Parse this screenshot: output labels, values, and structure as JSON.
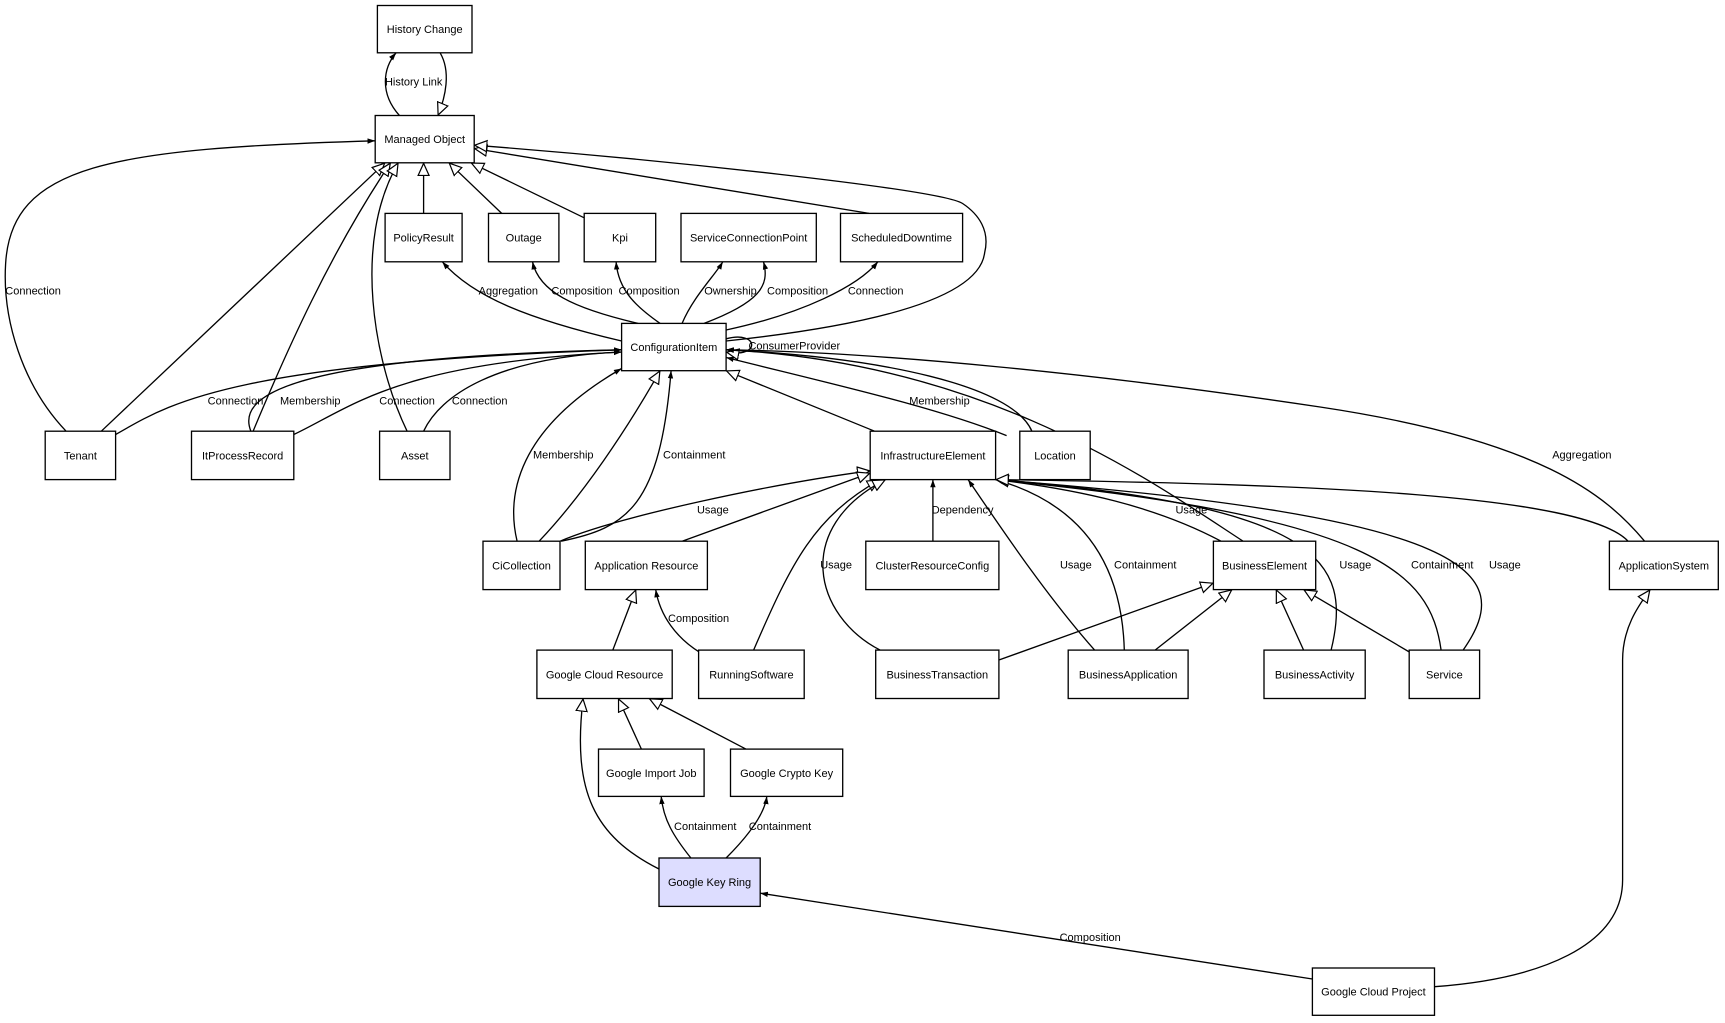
{
  "diagram": {
    "highlight_color": "#ddddff",
    "nodes": [
      {
        "id": "hc",
        "label": "History Change"
      },
      {
        "id": "mo",
        "label": "Managed Object"
      },
      {
        "id": "pr",
        "label": "PolicyResult"
      },
      {
        "id": "out",
        "label": "Outage"
      },
      {
        "id": "kpi",
        "label": "Kpi"
      },
      {
        "id": "scp",
        "label": "ServiceConnectionPoint"
      },
      {
        "id": "sd",
        "label": "ScheduledDowntime"
      },
      {
        "id": "ci",
        "label": "ConfigurationItem"
      },
      {
        "id": "ten",
        "label": "Tenant"
      },
      {
        "id": "ipr",
        "label": "ItProcessRecord"
      },
      {
        "id": "ast",
        "label": "Asset"
      },
      {
        "id": "ie",
        "label": "InfrastructureElement"
      },
      {
        "id": "loc",
        "label": "Location"
      },
      {
        "id": "cic",
        "label": "CiCollection"
      },
      {
        "id": "ar",
        "label": "Application Resource"
      },
      {
        "id": "crc",
        "label": "ClusterResourceConfig"
      },
      {
        "id": "be",
        "label": "BusinessElement"
      },
      {
        "id": "as",
        "label": "ApplicationSystem"
      },
      {
        "id": "gcr",
        "label": "Google Cloud Resource"
      },
      {
        "id": "rs",
        "label": "RunningSoftware"
      },
      {
        "id": "bt",
        "label": "BusinessTransaction"
      },
      {
        "id": "ba",
        "label": "BusinessApplication"
      },
      {
        "id": "bac",
        "label": "BusinessActivity"
      },
      {
        "id": "svc",
        "label": "Service"
      },
      {
        "id": "gij",
        "label": "Google Import Job"
      },
      {
        "id": "gck",
        "label": "Google Crypto Key"
      },
      {
        "id": "gkr",
        "label": "Google Key Ring",
        "highlighted": true
      },
      {
        "id": "gcp",
        "label": "Google Cloud Project"
      }
    ],
    "edges": [
      {
        "from": "mo",
        "to": "hc",
        "label": "History Link",
        "arrow": "filled"
      },
      {
        "from": "hc",
        "to": "mo",
        "label": "",
        "arrow": "hollow"
      },
      {
        "from": "pr",
        "to": "mo",
        "label": "",
        "arrow": "hollow"
      },
      {
        "from": "out",
        "to": "mo",
        "label": "",
        "arrow": "hollow"
      },
      {
        "from": "kpi",
        "to": "mo",
        "label": "",
        "arrow": "hollow"
      },
      {
        "from": "sd",
        "to": "mo",
        "label": "",
        "arrow": "hollow"
      },
      {
        "from": "ci",
        "to": "mo",
        "label": "",
        "arrow": "hollow"
      },
      {
        "from": "ten",
        "to": "mo",
        "label": "Connection",
        "arrow": "filled"
      },
      {
        "from": "ten",
        "to": "mo",
        "label": "",
        "arrow": "hollow"
      },
      {
        "from": "ipr",
        "to": "mo",
        "label": "",
        "arrow": "hollow"
      },
      {
        "from": "ast",
        "to": "mo",
        "label": "",
        "arrow": "hollow"
      },
      {
        "from": "ci",
        "to": "pr",
        "label": "Aggregation",
        "arrow": "filled"
      },
      {
        "from": "ci",
        "to": "out",
        "label": "Composition",
        "arrow": "filled"
      },
      {
        "from": "ci",
        "to": "kpi",
        "label": "Composition",
        "arrow": "filled"
      },
      {
        "from": "ci",
        "to": "scp",
        "label": "Ownership",
        "arrow": "filled"
      },
      {
        "from": "ci",
        "to": "scp",
        "label": "Composition",
        "arrow": "filled"
      },
      {
        "from": "ci",
        "to": "sd",
        "label": "Connection",
        "arrow": "filled"
      },
      {
        "from": "ci",
        "to": "ci",
        "label": "ConsumerProvider",
        "arrow": "hollow"
      },
      {
        "from": "ten",
        "to": "ci",
        "label": "Connection",
        "arrow": "filled"
      },
      {
        "from": "ipr",
        "to": "ci",
        "label": "Membership",
        "arrow": "filled"
      },
      {
        "from": "ipr",
        "to": "ci",
        "label": "Connection",
        "arrow": "filled"
      },
      {
        "from": "ast",
        "to": "ci",
        "label": "Connection",
        "arrow": "filled"
      },
      {
        "from": "cic",
        "to": "ci",
        "label": "Membership",
        "arrow": "filled"
      },
      {
        "from": "cic",
        "to": "ci",
        "label": "",
        "arrow": "hollow"
      },
      {
        "from": "cic",
        "to": "ci",
        "label": "Containment",
        "arrow": "filled"
      },
      {
        "from": "ie",
        "to": "ci",
        "label": "",
        "arrow": "hollow"
      },
      {
        "from": "loc",
        "to": "ci",
        "label": "Membership",
        "arrow": "filled"
      },
      {
        "from": "loc",
        "to": "ci",
        "label": "",
        "arrow": "filled"
      },
      {
        "from": "be",
        "to": "ci",
        "label": "",
        "arrow": "filled"
      },
      {
        "from": "as",
        "to": "ci",
        "label": "Aggregation",
        "arrow": "filled"
      },
      {
        "from": "cic",
        "to": "ie",
        "label": "Usage",
        "arrow": "hollow"
      },
      {
        "from": "ar",
        "to": "ie",
        "label": "",
        "arrow": "hollow"
      },
      {
        "from": "rs",
        "to": "ie",
        "label": "",
        "arrow": "hollow"
      },
      {
        "from": "bt",
        "to": "ie",
        "label": "Usage",
        "arrow": "hollow"
      },
      {
        "from": "crc",
        "to": "ie",
        "label": "Dependency",
        "arrow": "filled"
      },
      {
        "from": "ba",
        "to": "ie",
        "label": "Usage",
        "arrow": "filled"
      },
      {
        "from": "ba",
        "to": "ie",
        "label": "Containment",
        "arrow": "filled"
      },
      {
        "from": "be",
        "to": "ie",
        "label": "Usage",
        "arrow": "hollow"
      },
      {
        "from": "bac",
        "to": "ie",
        "label": "Usage",
        "arrow": "filled"
      },
      {
        "from": "svc",
        "to": "ie",
        "label": "Containment",
        "arrow": "filled"
      },
      {
        "from": "svc",
        "to": "ie",
        "label": "Usage",
        "arrow": "filled"
      },
      {
        "from": "as",
        "to": "ie",
        "label": "",
        "arrow": "hollow"
      },
      {
        "from": "bt",
        "to": "be",
        "label": "",
        "arrow": "hollow"
      },
      {
        "from": "ba",
        "to": "be",
        "label": "",
        "arrow": "hollow"
      },
      {
        "from": "bac",
        "to": "be",
        "label": "",
        "arrow": "hollow"
      },
      {
        "from": "svc",
        "to": "be",
        "label": "",
        "arrow": "hollow"
      },
      {
        "from": "gcr",
        "to": "ar",
        "label": "",
        "arrow": "hollow"
      },
      {
        "from": "rs",
        "to": "ar",
        "label": "Composition",
        "arrow": "filled"
      },
      {
        "from": "gij",
        "to": "gcr",
        "label": "",
        "arrow": "hollow"
      },
      {
        "from": "gck",
        "to": "gcr",
        "label": "",
        "arrow": "hollow"
      },
      {
        "from": "gkr",
        "to": "gcr",
        "label": "",
        "arrow": "hollow"
      },
      {
        "from": "gkr",
        "to": "gij",
        "label": "Containment",
        "arrow": "filled"
      },
      {
        "from": "gkr",
        "to": "gck",
        "label": "Containment",
        "arrow": "filled"
      },
      {
        "from": "gcp",
        "to": "gkr",
        "label": "Composition",
        "arrow": "filled"
      },
      {
        "from": "gcp",
        "to": "as",
        "label": "",
        "arrow": "hollow"
      }
    ]
  }
}
